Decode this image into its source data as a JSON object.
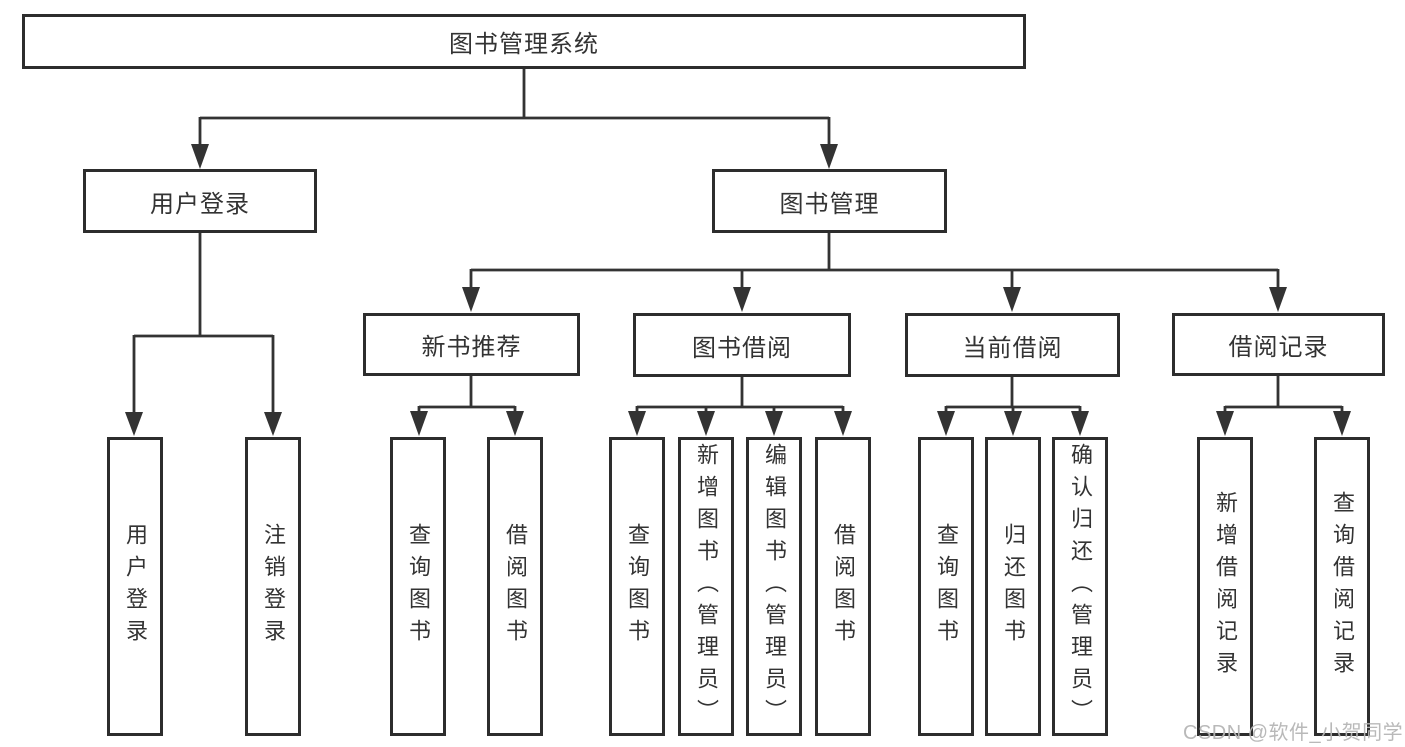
{
  "colors": {
    "line": "#333333",
    "box_border": "#2d2d2d",
    "text": "#333333",
    "watermark": "#b6b6b6",
    "background": "#ffffff"
  },
  "watermark": {
    "text": "CSDN @软件_小贺同学"
  },
  "tree": {
    "root": {
      "label": "图书管理系统",
      "children": [
        {
          "label": "用户登录",
          "children": [
            {
              "label": "用户登录"
            },
            {
              "label": "注销登录"
            }
          ]
        },
        {
          "label": "图书管理",
          "children": [
            {
              "label": "新书推荐",
              "children": [
                {
                  "label": "查询图书"
                },
                {
                  "label": "借阅图书"
                }
              ]
            },
            {
              "label": "图书借阅",
              "children": [
                {
                  "label": "查询图书"
                },
                {
                  "label": "新增图书（管理员）"
                },
                {
                  "label": "编辑图书（管理员）"
                },
                {
                  "label": "借阅图书"
                }
              ]
            },
            {
              "label": "当前借阅",
              "children": [
                {
                  "label": "查询图书"
                },
                {
                  "label": "归还图书"
                },
                {
                  "label": "确认归还（管理员）"
                }
              ]
            },
            {
              "label": "借阅记录",
              "children": [
                {
                  "label": "新增借阅记录"
                },
                {
                  "label": "查询借阅记录"
                }
              ]
            }
          ]
        }
      ]
    }
  }
}
